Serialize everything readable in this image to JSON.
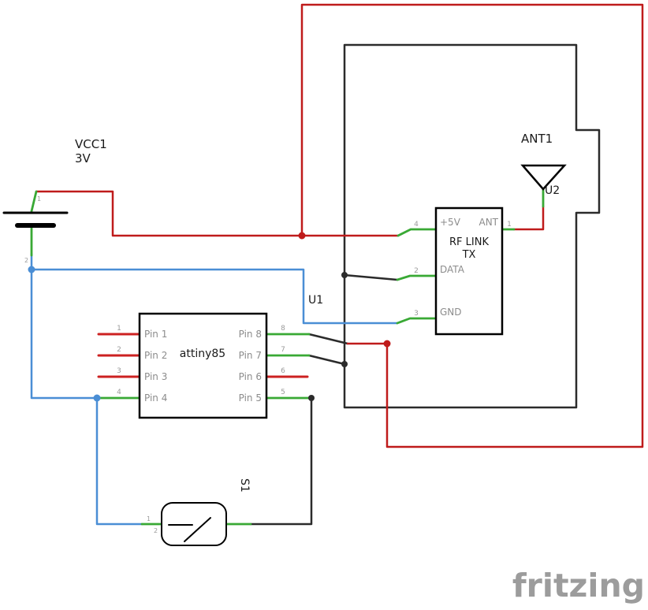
{
  "colors": {
    "wire_red": "#bf1b1b",
    "wire_blue": "#4a8ed5",
    "wire_black": "#2b2b2b",
    "leg_green": "#39a935",
    "leg_red": "#cc2121",
    "symbol_black": "#000000",
    "text_dark": "#1a1a1a",
    "text_gray": "#8c8c8c",
    "pin_number_gray": "#9a9a9a",
    "watermark_gray": "#9c9c9c",
    "background": "#ffffff"
  },
  "battery": {
    "ref": "VCC1",
    "value": "3V",
    "pin_top": "1",
    "pin_bottom": "2"
  },
  "mcu": {
    "ref": "U1",
    "name": "attiny85",
    "left_pins": [
      {
        "num": "1",
        "label": "Pin 1"
      },
      {
        "num": "2",
        "label": "Pin 2"
      },
      {
        "num": "3",
        "label": "Pin 3"
      },
      {
        "num": "4",
        "label": "Pin 4"
      }
    ],
    "right_pins": [
      {
        "num": "8",
        "label": "Pin 8"
      },
      {
        "num": "7",
        "label": "Pin 7"
      },
      {
        "num": "6",
        "label": "Pin 6"
      },
      {
        "num": "5",
        "label": "Pin 5"
      }
    ]
  },
  "rf_module": {
    "ref": "U2",
    "title_line1": "RF LINK",
    "title_line2": "TX",
    "pin_5v": {
      "num": "4",
      "label": "+5V"
    },
    "pin_ant": {
      "num": "1",
      "label": "ANT"
    },
    "pin_data": {
      "num": "2",
      "label": "DATA"
    },
    "pin_gnd": {
      "num": "3",
      "label": "GND"
    }
  },
  "antenna": {
    "ref": "ANT1"
  },
  "switch": {
    "ref": "S1",
    "pin_left": "1",
    "pin_right": "2"
  },
  "watermark": "fritzing"
}
